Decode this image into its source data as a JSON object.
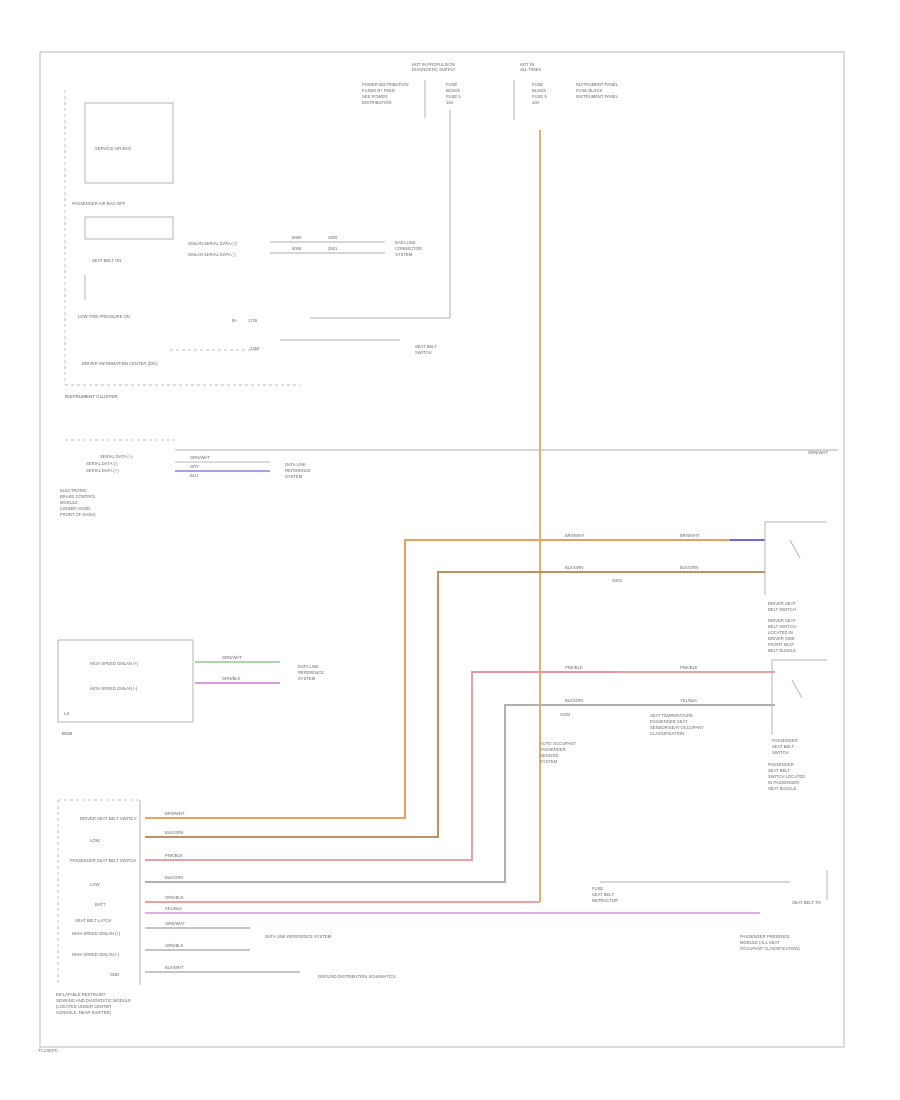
{
  "footer": {
    "code": "TCLOEPC"
  },
  "top": {
    "left_feed": [
      "HOT IN PROPULSION",
      "DIAGNOSTIC SUPPLY"
    ],
    "left_fuse": [
      "FUSE",
      "BLOCK",
      "FUSE 5",
      "10A"
    ],
    "left_ref": [
      "POWER DISTRIBUTION",
      "FUSED B+ FEED",
      "SEE POWER",
      "DISTRIBUTION"
    ],
    "right_feed": [
      "HOT IN",
      "ALL TIMES"
    ],
    "right_fuse": [
      "FUSE",
      "BLOCK",
      "FUSE 9",
      "10A"
    ],
    "right_ref": [
      "INSTRUMENT PANEL",
      "FUSE BLOCK",
      "INSTRUMENT PANEL"
    ]
  },
  "cluster": {
    "title": "INSTRUMENT CLUSTER",
    "items": [
      "SERVICE AIR BAG",
      "PASSENGER AIR BAG OFF",
      "SEAT BELT ON",
      "LOW TIRE PRESSURE ON",
      "DRIVER INFORMATION CENTER (DIC)"
    ],
    "data_lines": [
      "GMLAN SERIAL DATA (+)",
      "GMLAN SERIAL DATA (-)"
    ],
    "circuits": [
      "5060",
      "2500",
      "5069",
      "2501"
    ],
    "ref": [
      "DATA LINK",
      "CONNECTOR",
      "SYSTEM"
    ],
    "ground": [
      "B+",
      "1745"
    ],
    "lamp_circuit": "1450",
    "lamp_ref": [
      "SEAT BELT",
      "SWITCH"
    ]
  },
  "ebcm": {
    "title": [
      "ELECTRONIC",
      "BRAKE CONTROL",
      "MODULE",
      "(UNDER HOOD,",
      "FRONT OF DASH)"
    ],
    "pins": [
      "SERIAL DATA (+)",
      "SERIAL DATA (-)",
      "SERIAL DATA (+)"
    ],
    "circuits": [
      "GRN/WHT",
      "GRY",
      "BLU"
    ],
    "ref": [
      "DATA LINK",
      "REFERENCE",
      "SYSTEM"
    ],
    "bus_label": "GRN/WHT"
  },
  "bcm": {
    "title": "BCM",
    "pins": [
      "HIGH SPEED GMLAN (+)",
      "HIGH SPEED GMLAN (-)"
    ],
    "circuits": [
      "GRN/WHT",
      "GRN/BLK"
    ],
    "ref": [
      "DATA LINK",
      "REFERENCE",
      "SYSTEM"
    ],
    "ground": "LS"
  },
  "right": {
    "driver_switch": [
      "DRIVER SEAT",
      "BELT SWITCH",
      "DRIVER SEAT",
      "BELT SWITCH",
      "LOCATED IN",
      "DRIVER SIDE",
      "FRONT SEAT",
      "BELT BUCKLE"
    ],
    "pass_switch": [
      "PASSENGER",
      "SEAT BELT",
      "SWITCH",
      "PASSENGER",
      "SEAT BELT",
      "SWITCH LOCATED",
      "IN PASSENGER",
      "SEAT BUCKLE"
    ],
    "wire_labels": [
      "BRN/WHT",
      "BLK/GRN",
      "PNK/BLK",
      "BLK/GRN",
      "YEL/BLK"
    ],
    "splice": [
      "S303",
      "G304"
    ],
    "pressure": [
      "SEAT TEMPERATURE",
      "PASSENGER SEAT",
      "SENSOR/SEAT OCCUPANT",
      "CLASSIFICATION"
    ],
    "occupant": [
      "AUTO OCCUPANT",
      "PASSENGER",
      "SENSING",
      "SYSTEM"
    ],
    "belt_right": [
      "FUSE",
      "SEAT BELT",
      "RETRACTOR"
    ],
    "belt_label": "SEAT BELT TO",
    "pass_bottom": [
      "PASSENGER PRESENCE",
      "MODULE (ALL SEAT",
      "OCCUPANT CLASSIFICATION)"
    ]
  },
  "sdm": {
    "title": [
      "INFLATABLE RESTRAINT",
      "SENSING AND DIAGNOSTIC MODULE",
      "(LOCATED UNDER CENTER",
      "CONSOLE, NEAR SHIFTER)"
    ],
    "pins": [
      "DRIVER SEAT BELT SWITCH",
      "LOW",
      "PASSENGER SEAT BELT SWITCH",
      "LOW",
      "BATT",
      "SEAT BELT LATCH",
      "HIGH SPEED GMLAN (+)",
      "HIGH SPEED GMLAN (-)",
      "GND"
    ],
    "circuits": [
      "BRN/WHT",
      "BLK/GRN",
      "PNK/BLK",
      "BLK/GRN",
      "ORG/BLK",
      "YEL/BLK",
      "GRN/WHT",
      "GRN/BLK",
      "BLK/WHT"
    ],
    "refs": [
      "DATA LINK REFERENCE SYSTEM",
      "GROUND DISTRIBUTION SCHEMATICS"
    ]
  }
}
